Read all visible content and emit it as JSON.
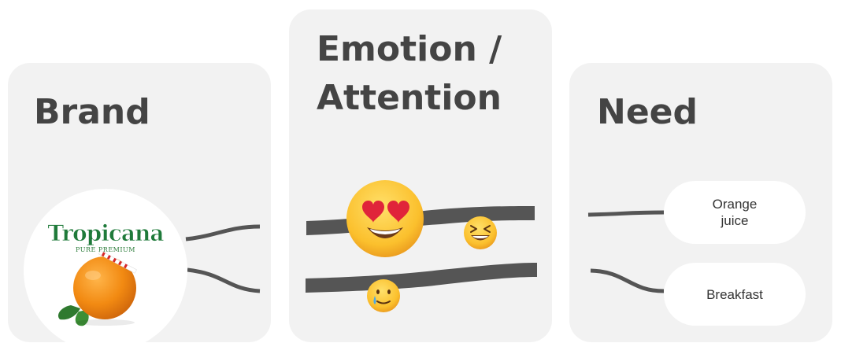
{
  "cards": {
    "brand": {
      "title": "Brand"
    },
    "emotion": {
      "title_line1": "Emotion /",
      "title_line2": "Attention"
    },
    "need": {
      "title": "Need"
    }
  },
  "logo": {
    "brand_wordmark": "Tropicana",
    "tagline": "PURE PREMIUM"
  },
  "emojis": [
    {
      "name": "heart-eyes-emoji"
    },
    {
      "name": "grinning-squinting-emoji"
    },
    {
      "name": "smiling-with-tear-emoji"
    }
  ],
  "needs": [
    {
      "label": "Orange juice"
    },
    {
      "label": "Breakfast"
    }
  ],
  "colors": {
    "card_bg": "#f2f2f2",
    "title_text": "#444444",
    "wire": "#555555",
    "pill_bg": "#ffffff"
  }
}
